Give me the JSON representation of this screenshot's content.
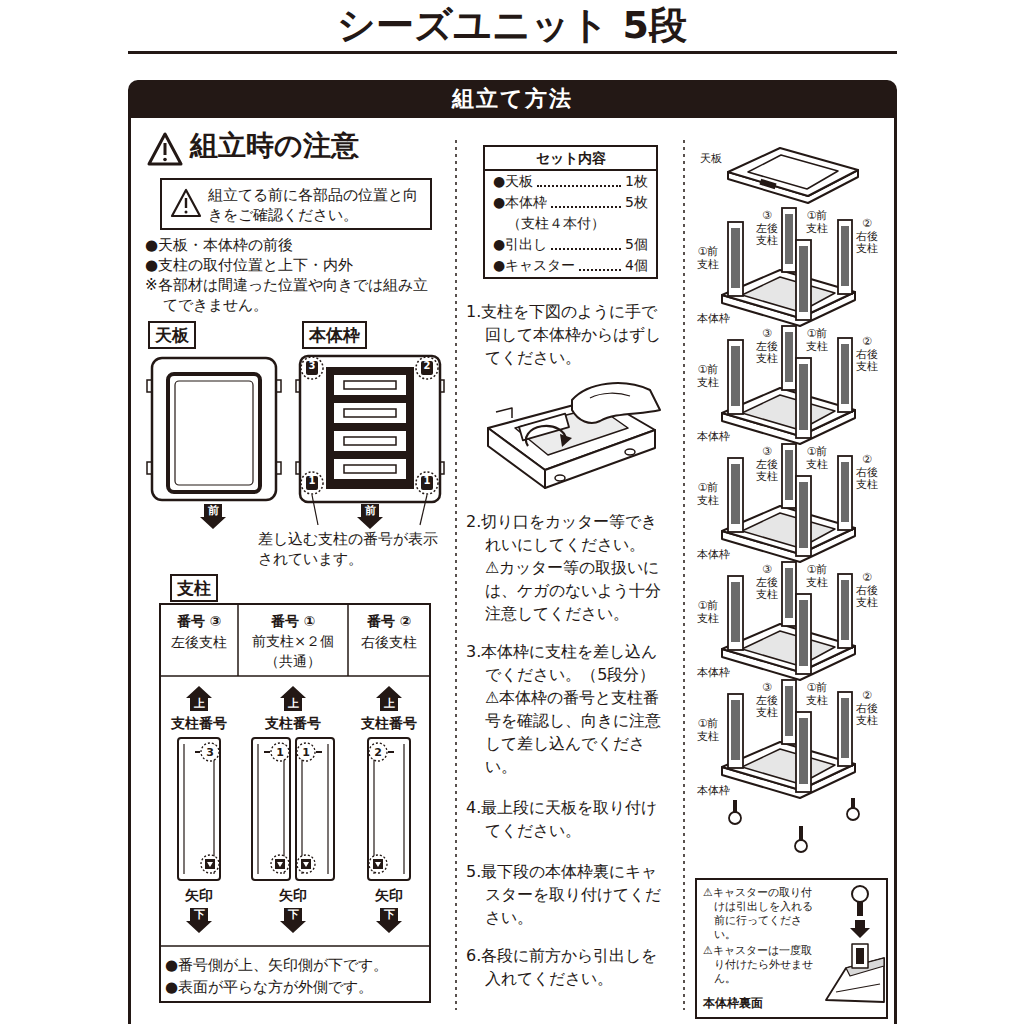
{
  "diagram": {
    "title": "シーズユニット 5段",
    "nodes": [
      {
        "text": [
          "組立て方法"
        ]
      },
      {
        "text": [
          "組立てる前に各部品の位置と向きをご確認ください。"
        ]
      },
      {
        "text": [
          "天板"
        ]
      },
      {
        "text": [
          "本体枠"
        ]
      },
      {
        "text": [
          "支柱"
        ]
      },
      {
        "text": [
          "セット内容",
          "●天板",
          "1枚",
          "●本体枠",
          "5枚",
          "（支柱４本付）",
          "●引出し",
          "5個",
          "●キャスター",
          "4個"
        ]
      },
      {
        "text": [
          "⚠キャスターの取り付けは引出しを入れる前に行ってください。",
          "⚠キャスターは一度取り付けたら外せません。",
          "本体枠裏面"
        ]
      }
    ],
    "labels": [
      "組立時の注意",
      "●天板・本体枠の前後",
      "●支柱の取付位置と上下・内外",
      "※各部材は間違った位置や向きでは組み立てできません。",
      "前",
      "3",
      "2",
      "1",
      "1",
      "前",
      "差し込む支柱の番号が表示されています。",
      "番号 ③",
      "左後支柱",
      "番号 ①",
      "前支柱×２個",
      "（共通）",
      "番号 ②",
      "右後支柱",
      "上",
      "支柱番号",
      "3",
      "矢印",
      "下",
      "上",
      "支柱番号",
      "1",
      "1",
      "矢印",
      "下",
      "上",
      "支柱番号",
      "2",
      "矢印",
      "下",
      "●番号側が上、矢印側が下です。",
      "●表面が平らな方が外側です。",
      "1.支柱を下図のように手で回して本体枠からはずしてください。",
      "2.切り口をカッター等できれいにしてください。",
      "⚠カッター等の取扱いには、ケガのないよう十分注意してください。",
      "3.本体枠に支柱を差し込んでください。（5段分）",
      "⚠本体枠の番号と支柱番号を確認し、向きに注意して差し込んでください。",
      "4.最上段に天板を取り付けてください。",
      "5.最下段の本体枠裏にキャスターを取り付けてください。",
      "6.各段に前方から引出しを入れてください。",
      "天板",
      "①前 支柱",
      "③ 左後 支柱",
      "①前 支柱",
      "② 右後 支柱",
      "本体枠",
      "①前 支柱",
      "③ 左後 支柱",
      "①前 支柱",
      "② 右後 支柱",
      "本体枠",
      "①前 支柱",
      "③ 左後 支柱",
      "①前 支柱",
      "② 右後 支柱",
      "本体枠",
      "①前 支柱",
      "③ 左後 支柱",
      "①前 支柱",
      "② 右後 支柱",
      "本体枠",
      "①前 支柱",
      "③ 左後 支柱",
      "①前 支柱",
      "② 右後 支柱",
      "本体枠"
    ]
  }
}
